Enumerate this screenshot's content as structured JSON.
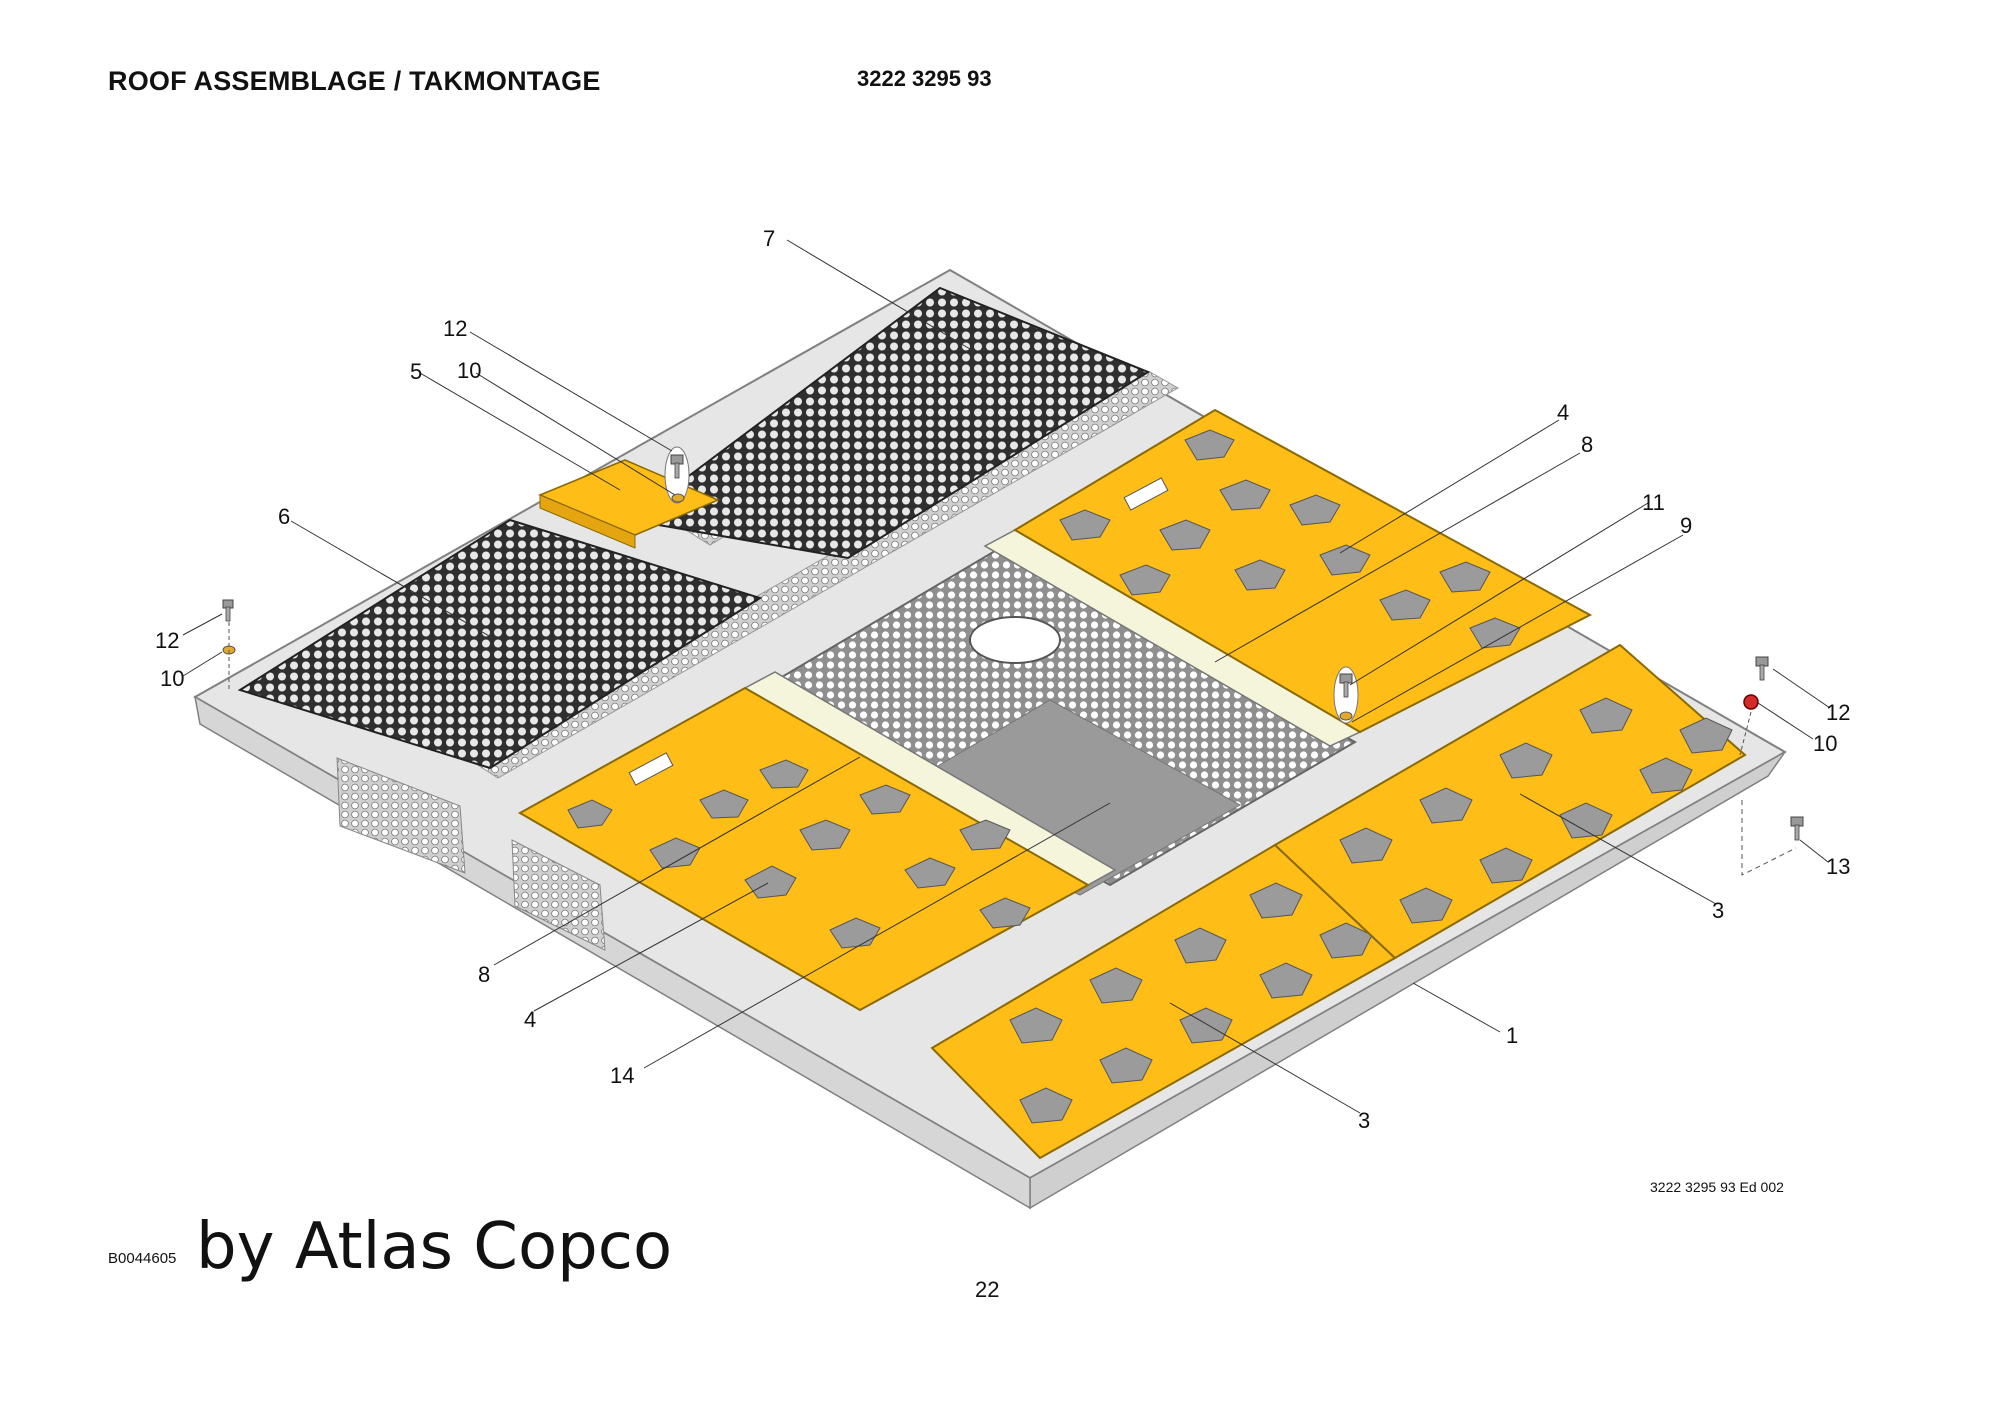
{
  "header": {
    "title": "ROOF ASSEMBLAGE / TAKMONTAGE",
    "part_number": "3222 3295 93"
  },
  "footer": {
    "image_code": "B0044605",
    "brand": "by Atlas Copco",
    "edition": "3222 3295 93 Ed 002",
    "page": "22"
  },
  "callouts": [
    "1",
    "3",
    "3",
    "4",
    "4",
    "5",
    "6",
    "7",
    "8",
    "8",
    "9",
    "10",
    "10",
    "10",
    "11",
    "12",
    "12",
    "12",
    "13",
    "14"
  ],
  "colors": {
    "panel_yellow": "#ffbd17",
    "frame_grey": "#e3e3e3",
    "frame_edge": "#8a8a8a",
    "hex_grey": "#9b9b9b",
    "strip_cream": "#f5f5dc",
    "center_plate": "#9a9a9a",
    "grille_dark": "#333333",
    "washer_red": "#d42a2a"
  }
}
